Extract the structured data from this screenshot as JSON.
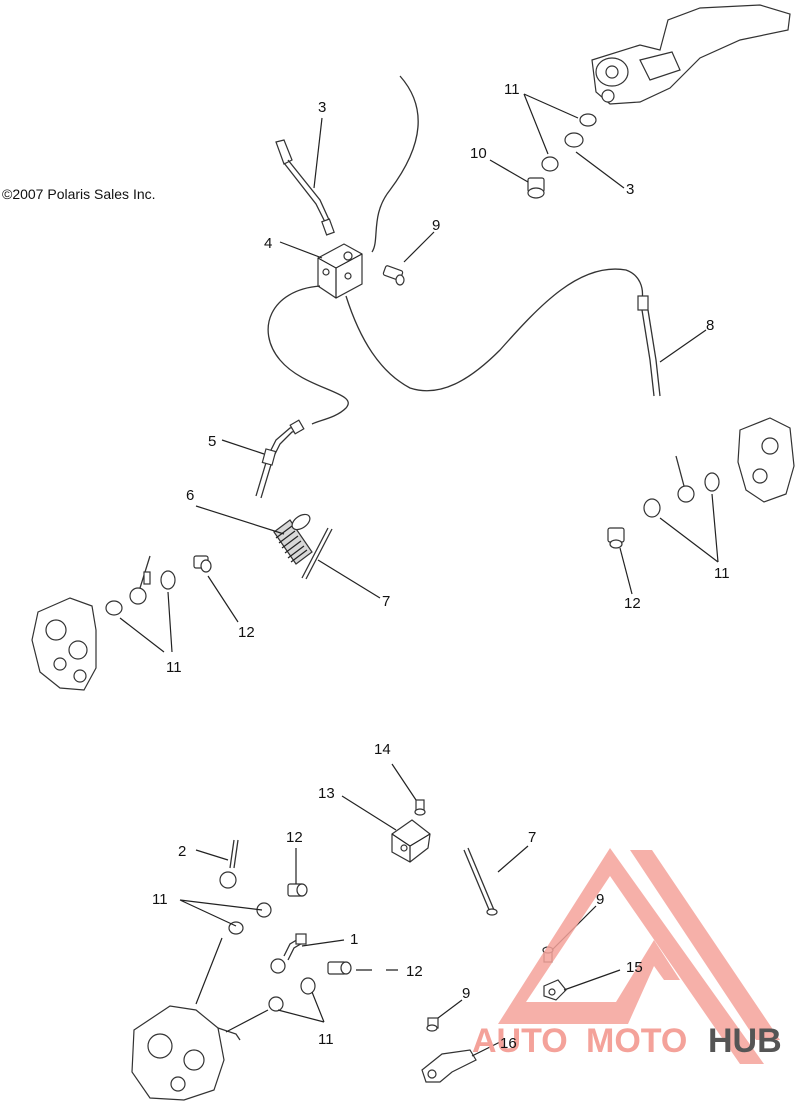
{
  "copyright": "©2007 Polaris Sales Inc.",
  "callouts": [
    "3",
    "11",
    "10",
    "3",
    "4",
    "9",
    "8",
    "5",
    "6",
    "7",
    "12",
    "11",
    "11",
    "12",
    "14",
    "13",
    "7",
    "2",
    "12",
    "11",
    "9",
    "1",
    "12",
    "15",
    "9",
    "11",
    "16"
  ],
  "watermark": {
    "text_auto": "AUTO",
    "text_moto": "MOTO",
    "text_hub": "HUB",
    "color_light": "#f4a29a",
    "color_dark": "#555555"
  }
}
